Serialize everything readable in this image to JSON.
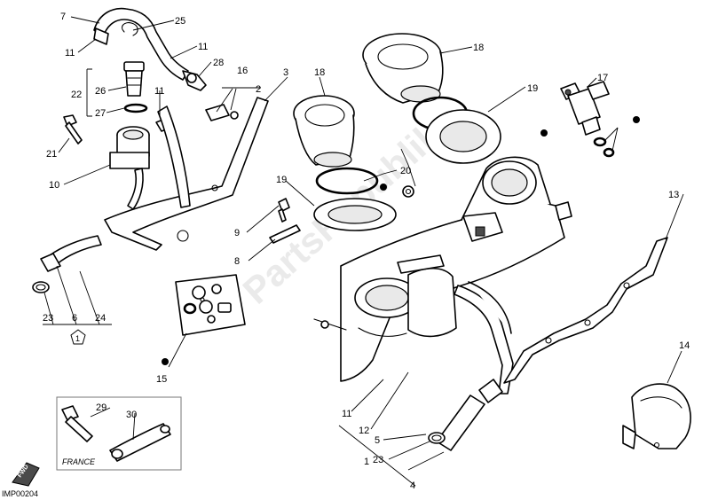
{
  "diagram": {
    "footer_code": "IMP00204",
    "france_label": "FRANCE",
    "fwd_label": "FWD",
    "group_marker": "1",
    "watermark": "PartsRepublik",
    "callouts": [
      {
        "id": "c7",
        "text": "7"
      },
      {
        "id": "c25",
        "text": "25"
      },
      {
        "id": "c11a",
        "text": "11"
      },
      {
        "id": "c11b",
        "text": "11"
      },
      {
        "id": "c28",
        "text": "28"
      },
      {
        "id": "c22",
        "text": "22"
      },
      {
        "id": "c26",
        "text": "26"
      },
      {
        "id": "c11c",
        "text": "11"
      },
      {
        "id": "c27",
        "text": "27"
      },
      {
        "id": "c21",
        "text": "21"
      },
      {
        "id": "c10",
        "text": "10"
      },
      {
        "id": "c16",
        "text": "16"
      },
      {
        "id": "c2",
        "text": "2"
      },
      {
        "id": "c3",
        "text": "3"
      },
      {
        "id": "c18a",
        "text": "18"
      },
      {
        "id": "c18b",
        "text": "18"
      },
      {
        "id": "c19a",
        "text": "19"
      },
      {
        "id": "c19b",
        "text": "19"
      },
      {
        "id": "c20",
        "text": "20"
      },
      {
        "id": "c17",
        "text": "17"
      },
      {
        "id": "c13",
        "text": "13"
      },
      {
        "id": "c9",
        "text": "9"
      },
      {
        "id": "c8",
        "text": "8"
      },
      {
        "id": "c23a",
        "text": "23"
      },
      {
        "id": "c6",
        "text": "6"
      },
      {
        "id": "c24",
        "text": "24"
      },
      {
        "id": "c15",
        "text": "15"
      },
      {
        "id": "c14",
        "text": "14"
      },
      {
        "id": "c29",
        "text": "29"
      },
      {
        "id": "c30",
        "text": "30"
      },
      {
        "id": "c11d",
        "text": "11"
      },
      {
        "id": "c12",
        "text": "12"
      },
      {
        "id": "c5",
        "text": "5"
      },
      {
        "id": "c23b",
        "text": "23"
      },
      {
        "id": "c1",
        "text": "1"
      },
      {
        "id": "c4",
        "text": "4"
      }
    ]
  }
}
